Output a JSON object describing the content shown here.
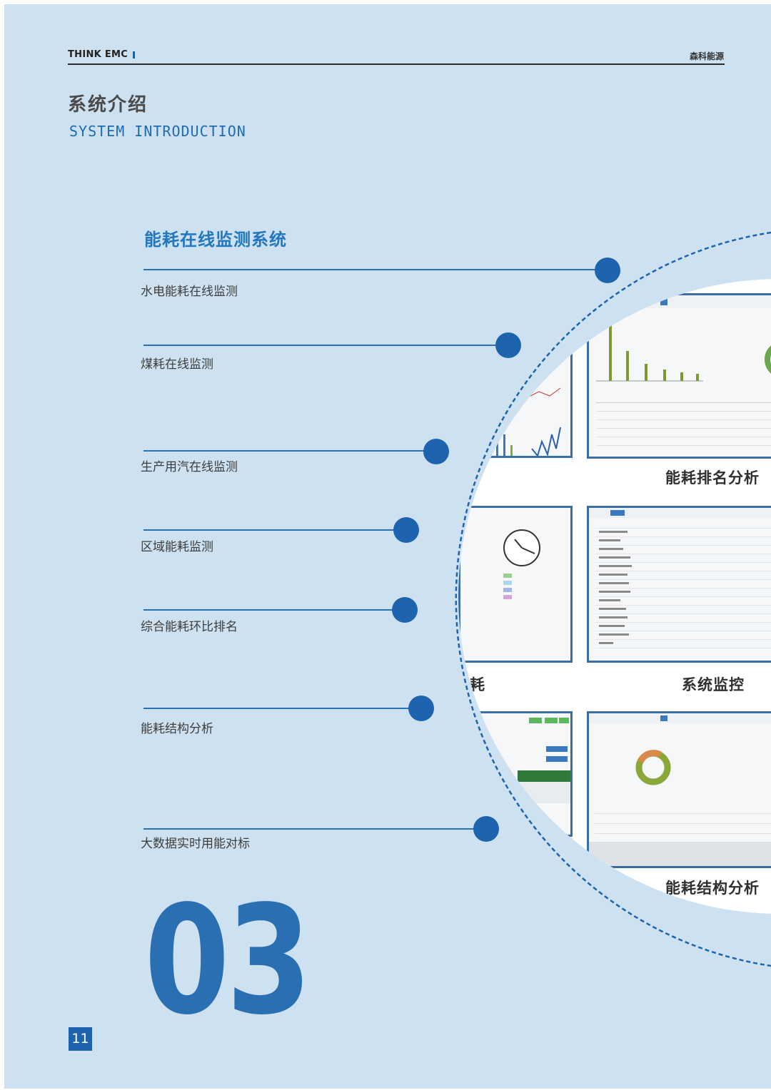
{
  "header": {
    "brand_left": "THINK EMC",
    "brand_right": "森科能源"
  },
  "title": {
    "cn": "系统介绍",
    "en": "SYSTEM INTRODUCTION"
  },
  "section": {
    "title": "能耗在线监测系统",
    "features": [
      "水电能耗在线监测",
      "煤耗在线监测",
      "生产用汽在线监测",
      "区域能耗监测",
      "综合能耗环比排名",
      "能耗结构分析",
      "大数据实时用能对标"
    ]
  },
  "screenshots": {
    "labels": [
      "能耗排名分析",
      "系统监控",
      "能耗结构分析"
    ],
    "partial_label": "耗"
  },
  "chapter_number": "03",
  "page_number": "11",
  "colors": {
    "background": "#cde1f0",
    "accent": "#1e63ad",
    "title_blue": "#2377bd"
  }
}
